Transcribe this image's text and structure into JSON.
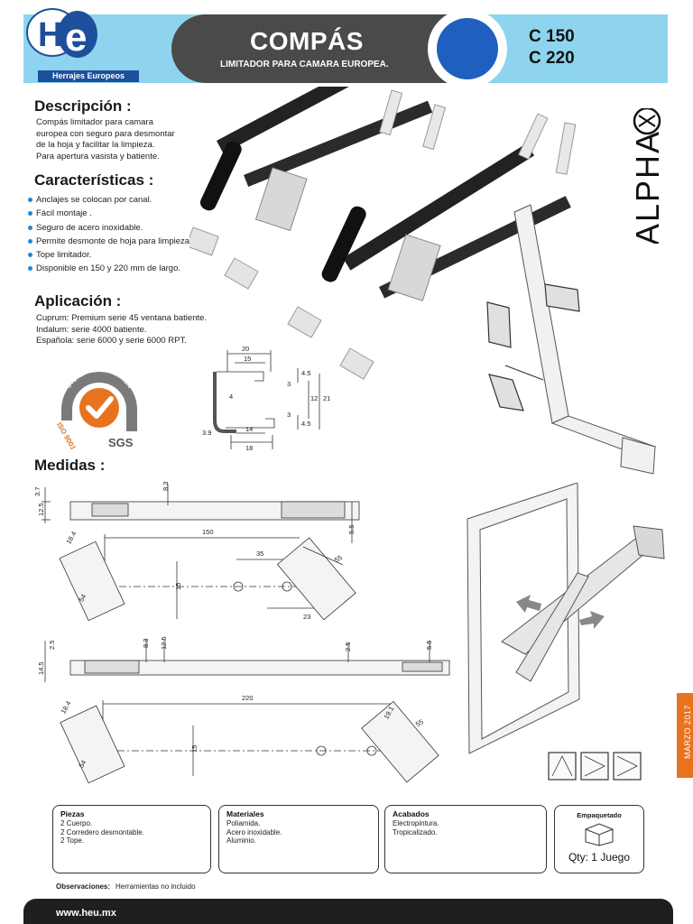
{
  "header": {
    "logo_text": "Herrajes Europeos",
    "title": "COMPÁS",
    "subtitle": "LIMITADOR PARA CAMARA EUROPEA.",
    "models": [
      "C 150",
      "C 220"
    ],
    "colors": {
      "band": "#8ed4ee",
      "pill": "#4a4a4a",
      "circle": "#1f5fbf",
      "logo_blue": "#1d4f9c",
      "accent_orange": "#e8731e"
    }
  },
  "descripcion": {
    "heading": "Descripción :",
    "lines": [
      "Compás limitador para camara",
      "europea con seguro para desmontar",
      "de la hoja y facilitar la limpieza.",
      "Para apertura vasista y batiente."
    ]
  },
  "caracteristicas": {
    "heading": "Características :",
    "items": [
      "Anclajes se colocan por canal.",
      "Fácil montaje .",
      "Seguro de acero inoxidable.",
      "Permite desmonte de hoja para limpieza.",
      "Tope limitador.",
      "Disponible en 150 y 220 mm de largo."
    ]
  },
  "aplicacion": {
    "heading": "Aplicación :",
    "lines": [
      "Cuprum: Premium serie 45 ventana batiente.",
      "Indalum: serie 4000 batiente.",
      "Española: serie 6000 y serie 6000 RPT."
    ]
  },
  "certification": {
    "arc_text": "SYSTEM CERTIFICATION",
    "iso": "ISO 9001",
    "sgs": "SGS"
  },
  "brand": "ALPHA",
  "medidas": {
    "heading": "Medidas :"
  },
  "profile_dims": [
    "20",
    "15",
    "4",
    "4.5",
    "3",
    "12",
    "21",
    "3",
    "4.5",
    "3.9",
    "14",
    "18"
  ],
  "dims_c150": [
    "3.7",
    "12.5",
    "8.3",
    "5.5",
    "18.4",
    "150",
    "35",
    "55",
    "15",
    "54",
    "23"
  ],
  "dims_c220": [
    "2.5",
    "14.5",
    "8.3",
    "12.5",
    "2.5",
    "5.5",
    "220",
    "18.4",
    "19.1",
    "55",
    "15",
    "54"
  ],
  "boxes": {
    "piezas": {
      "title": "Piezas",
      "lines": [
        "2 Cuerpo.",
        "2 Corredero desmontable.",
        "2 Tope."
      ]
    },
    "materiales": {
      "title": "Materiales",
      "lines": [
        "Poliamida.",
        "Acero inoxidable.",
        "Aluminio."
      ]
    },
    "acabados": {
      "title": "Acabados",
      "lines": [
        "Electropintura.",
        "Tropicalizado."
      ]
    },
    "empaquetado": {
      "title": "Empaquetado",
      "qty": "Qty: 1 Juego"
    }
  },
  "observaciones": {
    "label": "Observaciones:",
    "text": "Herramientas no incluido"
  },
  "footer": {
    "url": "www.heu.mx"
  },
  "date": "MARZO 2017"
}
